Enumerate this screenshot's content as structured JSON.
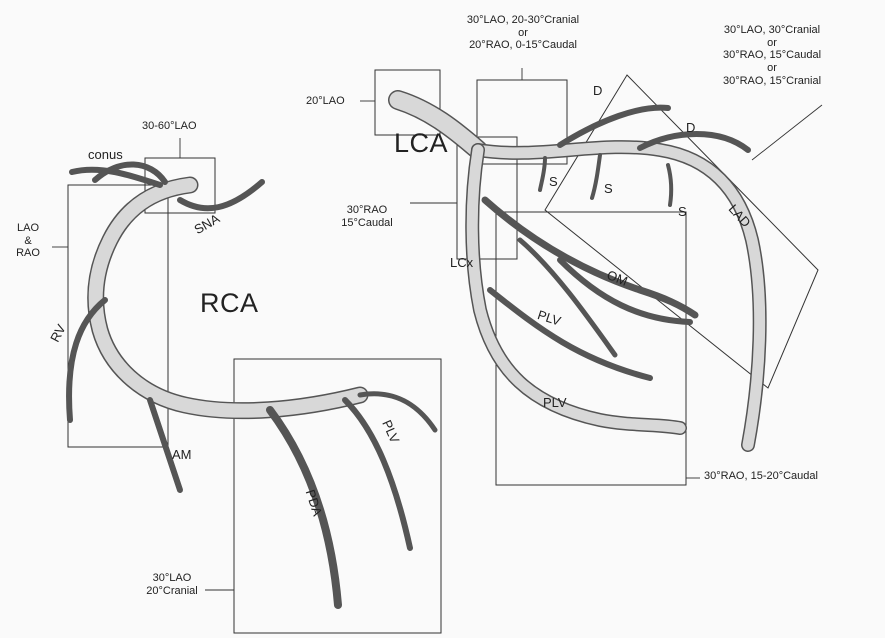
{
  "rca": {
    "title": "RCA",
    "view_top": "30-60°LAO",
    "view_left": [
      "LAO",
      "&",
      "RAO"
    ],
    "view_bottom": [
      "30°LAO",
      "20°Cranial"
    ],
    "branches": {
      "conus": "conus",
      "sna": "SNA",
      "rv": "RV",
      "am": "AM",
      "pda": "PDA",
      "plv": "PLV"
    }
  },
  "lca": {
    "title": "LCA",
    "view_ostium": "20°LAO",
    "view_top": [
      "30°LAO, 20-30°Cranial",
      "or",
      "20°RAO, 0-15°Caudal"
    ],
    "view_right": [
      "30°LAO, 30°Cranial",
      "or",
      "30°RAO, 15°Caudal",
      "or",
      "30°RAO, 15°Cranial"
    ],
    "view_left": [
      "30°RAO",
      "15°Caudal"
    ],
    "view_bottom": "30°RAO, 15-20°Caudal",
    "branches": {
      "d1": "D",
      "d2": "D",
      "s1": "S",
      "s2": "S",
      "s3": "S",
      "lad": "LAD",
      "lcx": "LCx",
      "om": "OM",
      "plv1": "PLV",
      "plv2": "PLV"
    }
  },
  "colors": {
    "ink": "#222222",
    "vessel_outline": "#555555",
    "vessel_fill": "#d8d8d8"
  }
}
